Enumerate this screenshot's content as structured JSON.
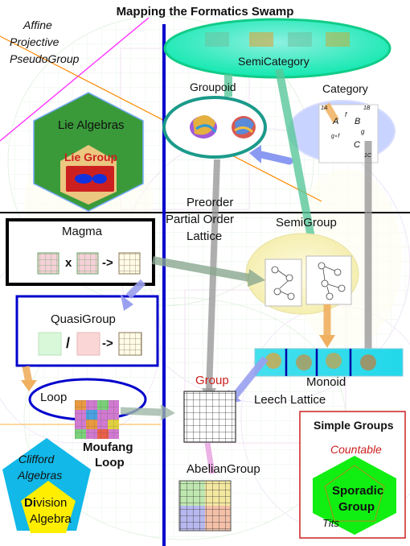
{
  "title": "Mapping the Formatics Swamp",
  "top_left_labels": [
    "Affine",
    "Projective",
    "PseudoGroup"
  ],
  "nodes": {
    "semicategory": "SemiCategory",
    "groupoid": "Groupoid",
    "category": "Category",
    "lie_algebras": "Lie Algebras",
    "lie_group": "Lie Group",
    "preorder": [
      "Preorder",
      "Partial Order",
      "Lattice"
    ],
    "semigroup": "SemiGroup",
    "magma": "Magma",
    "magma_x": "x",
    "magma_arrow": "->",
    "quasigroup": "QuasiGroup",
    "quasigroup_slash": "/",
    "quasigroup_arrow": "->",
    "monoid": "Monoid",
    "group": "Group",
    "leech_lattice": "Leech Lattice",
    "loop": "Loop",
    "moufang_loop": [
      "Moufang",
      "Loop"
    ],
    "abelian_group": "AbelianGroup",
    "simple_groups": "Simple Groups",
    "countable": "Countable",
    "sporadic_group": [
      "Sporadic",
      "Group"
    ],
    "tits": "Tits",
    "clifford_algebras": [
      "Clifford",
      "Algebras"
    ],
    "division_algebra": [
      "Division",
      "Algebra"
    ],
    "division_prefix": "Di",
    "division_rest": "vision"
  },
  "category_diagram": {
    "objects": [
      "A",
      "B",
      "C"
    ],
    "identities": [
      "1A",
      "1B",
      "1C"
    ],
    "morphisms": [
      "f",
      "g",
      "g∘f"
    ]
  },
  "colors": {
    "title_divider": "#0000cc",
    "semicategory_fill": "#11e8b0",
    "groupoid_ring": "#1a9a8a",
    "lie_hex": "#3a9a3a",
    "group_label": "#cc2020",
    "sporadic_fill": "#11ee11",
    "simple_groups_border": "#cc2020",
    "clifford_fill": "#11b8e8",
    "division_fill": "#ffee00",
    "magma_border": "#000000",
    "quasigroup_border": "#0000cc",
    "loop_border": "#0000cc",
    "monoid_fill": "#33ddee"
  }
}
